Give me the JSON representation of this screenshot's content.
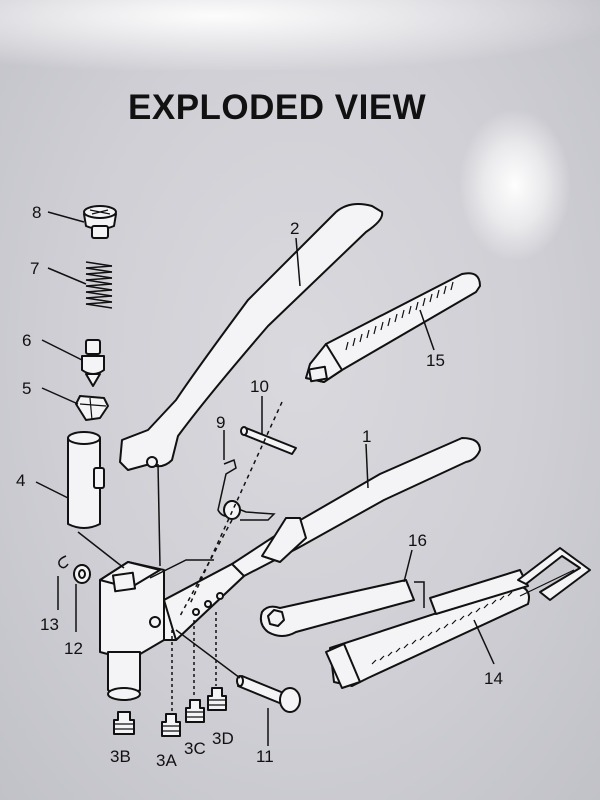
{
  "title": "EXPLODED VIEW",
  "parts": {
    "p1": "1",
    "p2": "2",
    "p3A": "3A",
    "p3B": "3B",
    "p3C": "3C",
    "p3D": "3D",
    "p4": "4",
    "p5": "5",
    "p6": "6",
    "p7": "7",
    "p8": "8",
    "p9": "9",
    "p10": "10",
    "p11": "11",
    "p12": "12",
    "p13": "13",
    "p14": "14",
    "p15": "15",
    "p16": "16"
  }
}
